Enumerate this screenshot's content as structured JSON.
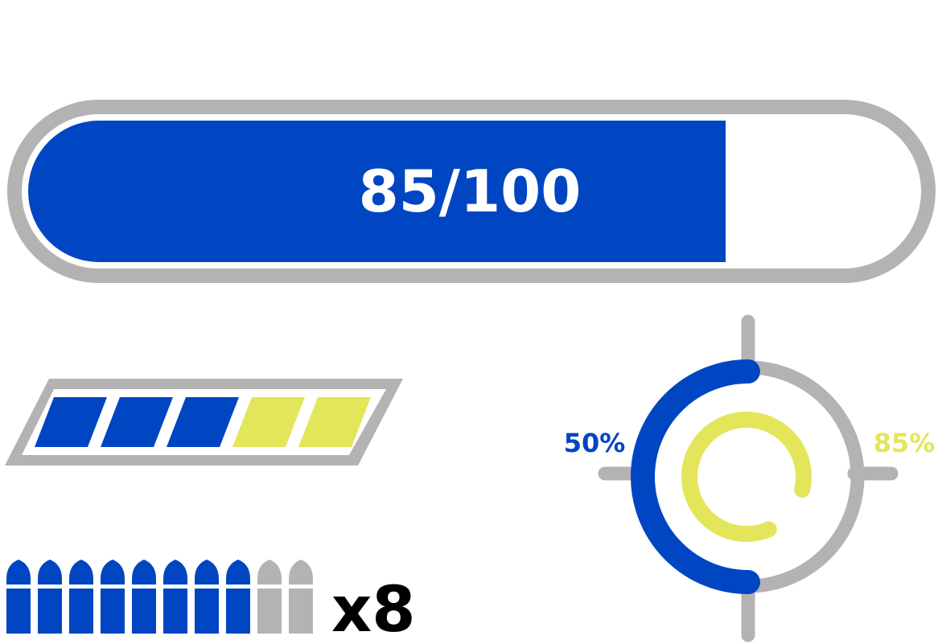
{
  "colors": {
    "primary": "#0045C2",
    "secondary": "#E3E65A",
    "frame": "#B3B3B3",
    "empty": "#FFFFFF",
    "text_dark": "#000000",
    "text_light": "#FFFFFF"
  },
  "health": {
    "label": "85/100",
    "value": 85,
    "max": 100
  },
  "energy": {
    "total_segments": 5,
    "primary_segments": 3,
    "secondary_segments": 2
  },
  "ammo": {
    "magazine_size": 10,
    "loaded": 8,
    "count_label": "x8"
  },
  "crosshair": {
    "left_label": "50%",
    "left_value": 0.5,
    "right_label": "85%",
    "right_value": 0.85
  }
}
